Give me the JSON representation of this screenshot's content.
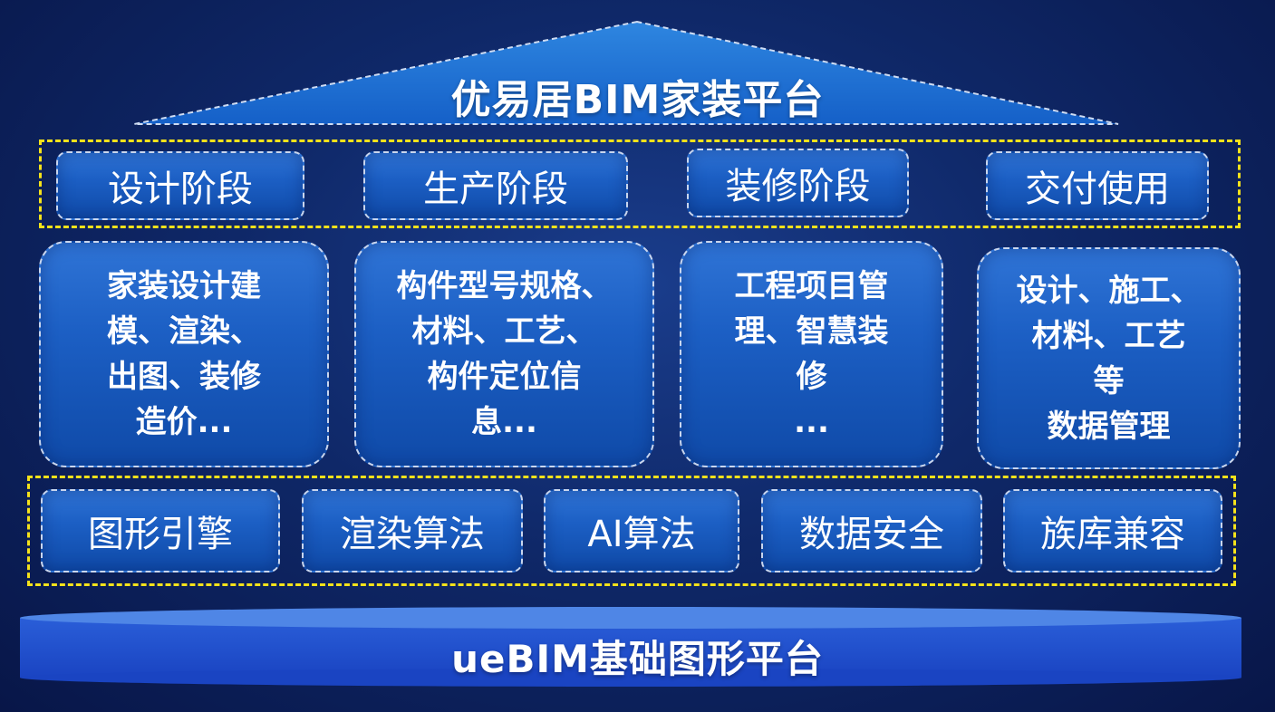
{
  "platform": {
    "title": "优易居BIM家装平台"
  },
  "stages": [
    {
      "label": "设计阶段"
    },
    {
      "label": "生产阶段"
    },
    {
      "label": "装修阶段"
    },
    {
      "label": "交付使用"
    }
  ],
  "descriptions": [
    {
      "lines": [
        "家装设计建",
        "模、渲染、",
        "出图、装修",
        "造价..."
      ]
    },
    {
      "lines": [
        "构件型号规格、",
        "材料、工艺、",
        "构件定位信",
        "息..."
      ]
    },
    {
      "lines": [
        "工程项目管",
        "理、智慧装",
        "修",
        "..."
      ]
    },
    {
      "lines": [
        "设计、施工、",
        "材料、工艺",
        "等",
        "数据管理"
      ]
    }
  ],
  "technologies": [
    {
      "label": "图形引擎"
    },
    {
      "label": "渲染算法"
    },
    {
      "label": "AI算法"
    },
    {
      "label": "数据安全"
    },
    {
      "label": "族库兼容"
    }
  ],
  "base": {
    "title": "ueBIM基础图形平台"
  },
  "colors": {
    "background": "#0f2868",
    "box_fill": "#1c5fc4",
    "frame_dash": "#f5e21a",
    "base_fill": "#1e4fd0"
  }
}
